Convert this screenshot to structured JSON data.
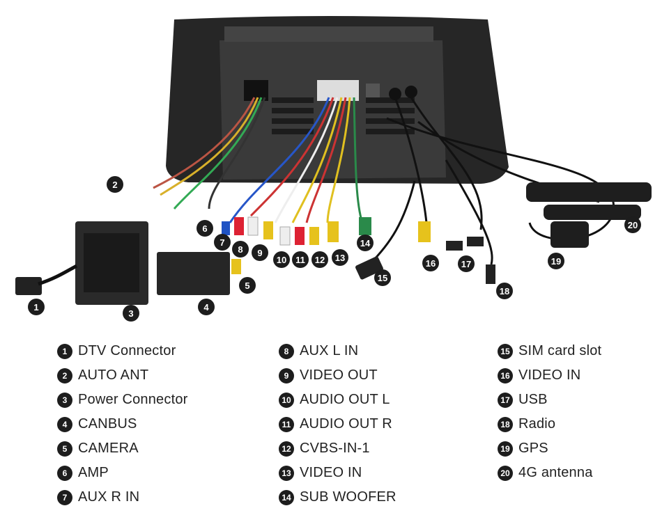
{
  "callouts": [
    {
      "num": "1"
    },
    {
      "num": "2"
    },
    {
      "num": "3"
    },
    {
      "num": "4"
    },
    {
      "num": "5"
    },
    {
      "num": "6"
    },
    {
      "num": "7"
    },
    {
      "num": "8"
    },
    {
      "num": "9"
    },
    {
      "num": "10"
    },
    {
      "num": "11"
    },
    {
      "num": "12"
    },
    {
      "num": "13"
    },
    {
      "num": "14"
    },
    {
      "num": "15"
    },
    {
      "num": "16"
    },
    {
      "num": "17"
    },
    {
      "num": "18"
    },
    {
      "num": "19"
    },
    {
      "num": "20"
    }
  ],
  "legend": {
    "col1": [
      {
        "num": "1",
        "label": "DTV Connector"
      },
      {
        "num": "2",
        "label": "AUTO ANT"
      },
      {
        "num": "3",
        "label": "Power Connector"
      },
      {
        "num": "4",
        "label": "CANBUS"
      },
      {
        "num": "5",
        "label": "CAMERA"
      },
      {
        "num": "6",
        "label": "AMP"
      },
      {
        "num": "7",
        "label": "AUX R IN"
      }
    ],
    "col2": [
      {
        "num": "8",
        "label": "AUX L IN"
      },
      {
        "num": "9",
        "label": "VIDEO OUT"
      },
      {
        "num": "10",
        "label": "AUDIO OUT L"
      },
      {
        "num": "11",
        "label": "AUDIO OUT R"
      },
      {
        "num": "12",
        "label": "CVBS-IN-1"
      },
      {
        "num": "13",
        "label": "VIDEO IN"
      },
      {
        "num": "14",
        "label": "SUB WOOFER"
      }
    ],
    "col3": [
      {
        "num": "15",
        "label": "SIM card slot"
      },
      {
        "num": "16",
        "label": "VIDEO IN"
      },
      {
        "num": "17",
        "label": "USB"
      },
      {
        "num": "18",
        "label": "Radio"
      },
      {
        "num": "19",
        "label": "GPS"
      },
      {
        "num": "20",
        "label": "4G antenna"
      }
    ]
  }
}
